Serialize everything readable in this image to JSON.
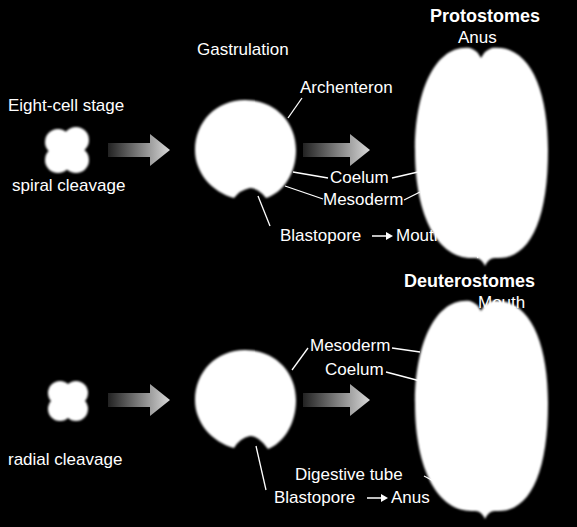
{
  "diagram": {
    "labels": [
      "Protostomes",
      "Anus",
      "Gastrulation",
      "Eight-cell stage",
      "Archenteron",
      "spiral cleavage",
      "Coelum",
      "Mesoderm",
      "Blastopore",
      "Mouth",
      "Deuterostomes",
      "Mouth",
      "Mesoderm",
      "Coelum",
      "radial cleavage",
      "Digestive tube",
      "Blastopore",
      "Anus"
    ]
  }
}
